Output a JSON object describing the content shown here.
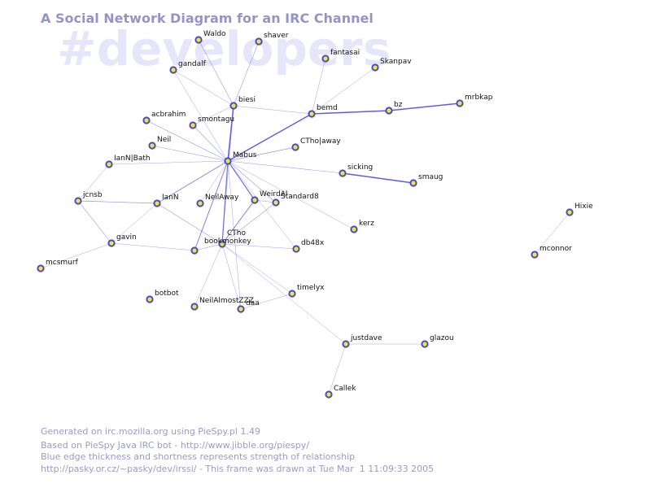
{
  "header": {
    "title": "A Social Network Diagram for an IRC Channel",
    "watermark": "#developers"
  },
  "colors": {
    "edge": "#5555dd",
    "node_fill": "#f2e635",
    "node_stroke": "#4a4ac8",
    "title_text": "#9494c8",
    "watermark_text": "#e6e6fb",
    "footer_text": "#9a9ac8"
  },
  "nodes": [
    "Waldo",
    "shaver",
    "fantasai",
    "Skanpav",
    "gandalf",
    "biesi",
    "bemd",
    "bz",
    "mrbkap",
    "acbrahim",
    "smontagu",
    "Neil",
    "CTho|away",
    "IanN|Bath",
    "Mabus",
    "sicking",
    "smaug",
    "jcnsb",
    "IanN",
    "NeilAway",
    "WeirdAl",
    "Standard8",
    "kerz",
    "Hixie",
    "gavin",
    "CTho",
    "bookmonkey",
    "db48x",
    "mconnor",
    "mcsmurf",
    "botbot",
    "NeilAlmostZZZ",
    "daa",
    "timelyx",
    "justdave",
    "glazou",
    "Callek"
  ],
  "edges": [
    {
      "from": "Mabus",
      "to": "biesi",
      "weight": 1.5
    },
    {
      "from": "Mabus",
      "to": "bemd",
      "weight": 1.5
    },
    {
      "from": "Mabus",
      "to": "CTho",
      "weight": 1.2
    },
    {
      "from": "Mabus",
      "to": "bookmonkey",
      "weight": 1.0
    },
    {
      "from": "Mabus",
      "to": "WeirdAl",
      "weight": 1.2
    },
    {
      "from": "Mabus",
      "to": "IanN",
      "weight": 0.9
    },
    {
      "from": "Mabus",
      "to": "acbrahim",
      "weight": 0.6
    },
    {
      "from": "Mabus",
      "to": "smontagu",
      "weight": 0.6
    },
    {
      "from": "Mabus",
      "to": "Neil",
      "weight": 0.6
    },
    {
      "from": "Mabus",
      "to": "IanN|Bath",
      "weight": 0.5
    },
    {
      "from": "Mabus",
      "to": "CTho|away",
      "weight": 0.7
    },
    {
      "from": "Mabus",
      "to": "sicking",
      "weight": 0.6
    },
    {
      "from": "Mabus",
      "to": "NeilAway",
      "weight": 0.5
    },
    {
      "from": "Mabus",
      "to": "Standard8",
      "weight": 0.6
    },
    {
      "from": "Mabus",
      "to": "db48x",
      "weight": 0.5
    },
    {
      "from": "Mabus",
      "to": "kerz",
      "weight": 0.5
    },
    {
      "from": "Mabus",
      "to": "daa",
      "weight": 0.5
    },
    {
      "from": "Mabus",
      "to": "gandalf",
      "weight": 0.5
    },
    {
      "from": "biesi",
      "to": "Waldo",
      "weight": 0.6
    },
    {
      "from": "biesi",
      "to": "shaver",
      "weight": 0.6
    },
    {
      "from": "biesi",
      "to": "gandalf",
      "weight": 0.5
    },
    {
      "from": "biesi",
      "to": "bemd",
      "weight": 0.5
    },
    {
      "from": "biesi",
      "to": "smontagu",
      "weight": 0.5
    },
    {
      "from": "biesi",
      "to": "CTho",
      "weight": 0.5
    },
    {
      "from": "bemd",
      "to": "bz",
      "weight": 1.5
    },
    {
      "from": "bz",
      "to": "mrbkap",
      "weight": 1.5
    },
    {
      "from": "bemd",
      "to": "fantasai",
      "weight": 0.5
    },
    {
      "from": "bemd",
      "to": "Skanpav",
      "weight": 0.5
    },
    {
      "from": "sicking",
      "to": "smaug",
      "weight": 1.5
    },
    {
      "from": "jcnsb",
      "to": "IanN",
      "weight": 0.7
    },
    {
      "from": "jcnsb",
      "to": "gavin",
      "weight": 0.6
    },
    {
      "from": "jcnsb",
      "to": "IanN|Bath",
      "weight": 0.5
    },
    {
      "from": "IanN",
      "to": "gavin",
      "weight": 0.5
    },
    {
      "from": "IanN",
      "to": "CTho",
      "weight": 0.6
    },
    {
      "from": "gavin",
      "to": "mcsmurf",
      "weight": 0.5
    },
    {
      "from": "gavin",
      "to": "bookmonkey",
      "weight": 0.5
    },
    {
      "from": "WeirdAl",
      "to": "CTho",
      "weight": 1.0
    },
    {
      "from": "WeirdAl",
      "to": "Standard8",
      "weight": 0.6
    },
    {
      "from": "Standard8",
      "to": "CTho",
      "weight": 0.6
    },
    {
      "from": "CTho",
      "to": "bookmonkey",
      "weight": 0.6
    },
    {
      "from": "CTho",
      "to": "db48x",
      "weight": 0.5
    },
    {
      "from": "CTho",
      "to": "timelyx",
      "weight": 0.5
    },
    {
      "from": "CTho",
      "to": "NeilAlmostZZZ",
      "weight": 0.5
    },
    {
      "from": "CTho",
      "to": "daa",
      "weight": 0.5
    },
    {
      "from": "CTho",
      "to": "justdave",
      "weight": 0.5
    },
    {
      "from": "timelyx",
      "to": "daa",
      "weight": 0.5
    },
    {
      "from": "justdave",
      "to": "glazou",
      "weight": 0.5
    },
    {
      "from": "justdave",
      "to": "Callek",
      "weight": 0.5
    },
    {
      "from": "Hixie",
      "to": "mconnor",
      "weight": 0.5
    }
  ],
  "footer": {
    "line1": "Generated on irc.mozilla.org using PieSpy.pl 1.49",
    "line2": "Based on PieSpy Java IRC bot - http://www.jibble.org/piespy/",
    "line3": "Blue edge thickness and shortness represents strength of relationship",
    "line4": "http://pasky.or.cz/~pasky/dev/irssi/ - This frame was drawn at Tue Mar  1 11:09:33 2005"
  }
}
